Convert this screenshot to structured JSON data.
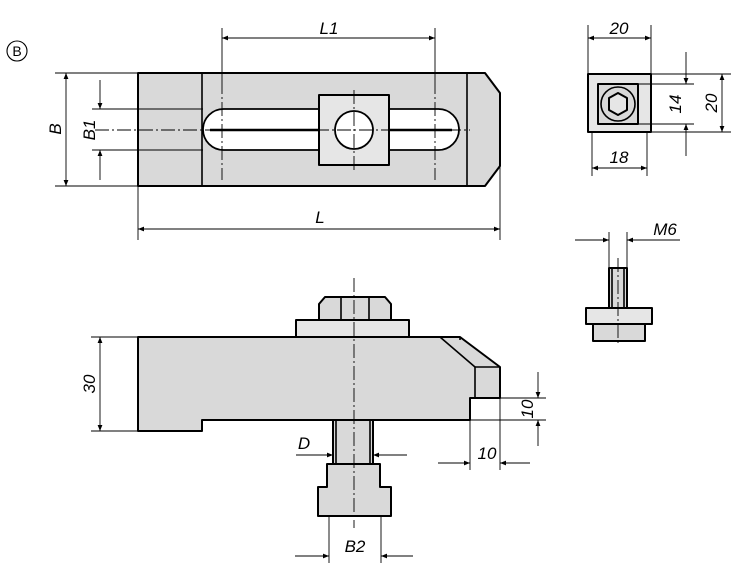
{
  "view_label": "B",
  "dimensions": {
    "l1": "L1",
    "b": "B",
    "b1": "B1",
    "l": "L",
    "top_width": "20",
    "hole_height": "14",
    "total_height": "20",
    "bottom_width": "18",
    "thread": "M6",
    "height": "30",
    "step_height": "10",
    "step_length": "10",
    "bolt_diameter": "D",
    "nut_width": "B2"
  }
}
